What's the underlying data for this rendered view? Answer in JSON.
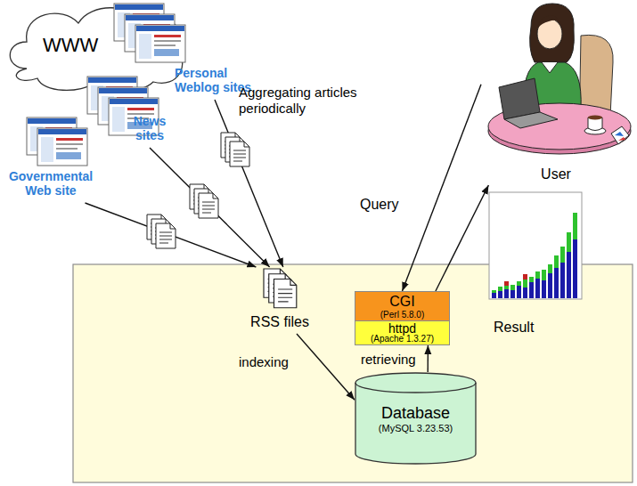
{
  "diagram": {
    "nodes": [
      {
        "text": [
          "WWW"
        ]
      },
      {
        "text": [
          "Personal Weblog sites"
        ]
      },
      {
        "text": [
          "News sites"
        ]
      },
      {
        "text": [
          "Governmental Web site"
        ]
      },
      {
        "text": [
          "User"
        ]
      },
      {
        "text": [
          "RSS files"
        ]
      },
      {
        "text": [
          "CGI",
          "(Perl 5.8.0)"
        ]
      },
      {
        "text": [
          "httpd",
          "(Apache 1.3.27)"
        ]
      },
      {
        "text": [
          "Database",
          "(MySQL 3.23.53)"
        ]
      }
    ],
    "edges": [
      {
        "from": 1,
        "to": 5,
        "arrow": "to"
      },
      {
        "from": 2,
        "to": 5,
        "arrow": "to"
      },
      {
        "from": 3,
        "to": 5,
        "arrow": "to"
      },
      {
        "from": 4,
        "to": 6,
        "arrow": "to",
        "label": "Query"
      },
      {
        "from": 6,
        "to": 4,
        "arrow": "to"
      },
      {
        "from": 5,
        "to": 8,
        "arrow": "to",
        "label": "indexing"
      },
      {
        "from": 8,
        "to": 7,
        "arrow": "to",
        "label": "retrieving"
      }
    ],
    "labels": [
      "Aggregating articles periodically",
      "Result"
    ]
  }
}
